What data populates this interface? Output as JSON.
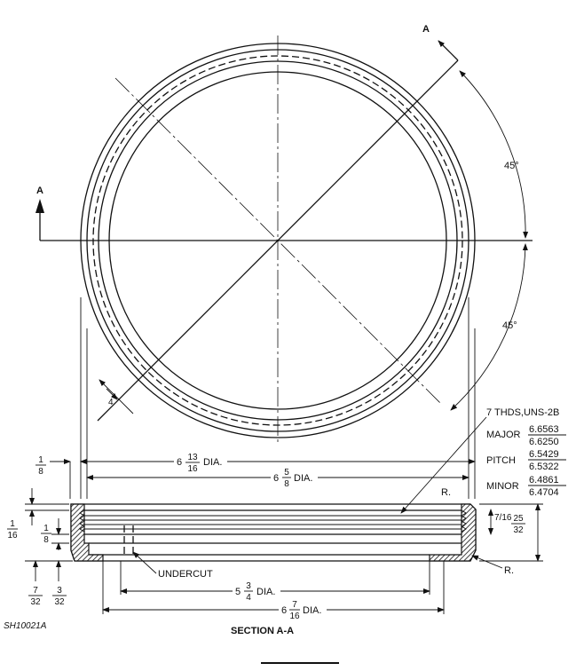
{
  "section_marker": "A",
  "angles": {
    "upper": "45°",
    "lower": "45°"
  },
  "thread_note": "7 THDS,UNS-2B",
  "thread_specs": [
    {
      "label": "MAJOR",
      "top": "6.6563",
      "bottom": "6.6250"
    },
    {
      "label": "PITCH",
      "top": "6.5429",
      "bottom": "6.5322"
    },
    {
      "label": "MINOR",
      "top": "6.4861",
      "bottom": "6.4704"
    }
  ],
  "dims": {
    "outer_dia": {
      "whole": "6",
      "num": "13",
      "den": "16",
      "suffix": "DIA."
    },
    "thread_dia": {
      "whole": "6",
      "num": "5",
      "den": "8",
      "suffix": "DIA."
    },
    "inner_dia": {
      "whole": "5",
      "num": "3",
      "den": "4",
      "suffix": "DIA."
    },
    "base_dia": {
      "whole": "6",
      "num": "7",
      "den": "16",
      "suffix": "DIA."
    },
    "wall_frac": {
      "num": "1",
      "den": "8"
    },
    "left_1_16": {
      "num": "1",
      "den": "16"
    },
    "left_1_8": {
      "num": "1",
      "den": "8"
    },
    "bottom_7_32": {
      "num": "7",
      "den": "32"
    },
    "bottom_3_32": {
      "num": "3",
      "den": "32"
    },
    "right_7_16": "7/16",
    "right_25_32": {
      "num": "25",
      "den": "32"
    },
    "small_dim": "4"
  },
  "labels": {
    "radius_top": "R.",
    "radius_bottom": "R.",
    "undercut": "UNDERCUT",
    "section_title": "SECTION A-A",
    "drawing_id": "SH10021A"
  }
}
